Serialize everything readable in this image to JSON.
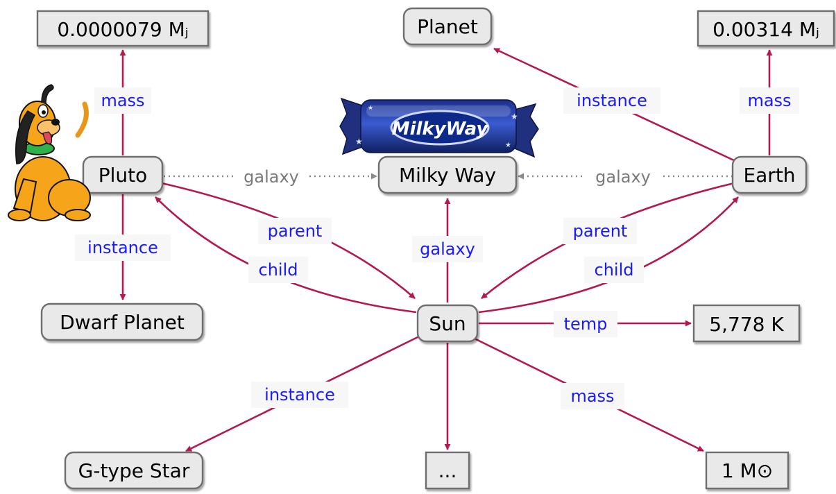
{
  "nodes": {
    "pluto_mass": "0.0000079 Mⱼ",
    "planet": "Planet",
    "earth_mass": "0.00314 Mⱼ",
    "pluto": "Pluto",
    "milky_way": "Milky Way",
    "earth": "Earth",
    "dwarf_planet": "Dwarf Planet",
    "sun": "Sun",
    "sun_temp": "5,778 K",
    "g_type_star": "G-type Star",
    "ellipsis": "...",
    "sun_mass": "1 M⊙"
  },
  "edges": {
    "pluto_mass": "mass",
    "pluto_instance": "instance",
    "pluto_galaxy": "galaxy",
    "earth_galaxy": "galaxy",
    "earth_instance": "instance",
    "earth_mass": "mass",
    "sun_pluto_parent": "parent",
    "pluto_sun_child": "child",
    "sun_galaxy": "galaxy",
    "sun_earth_parent": "parent",
    "earth_sun_child": "child",
    "sun_temp": "temp",
    "sun_instance": "instance",
    "sun_mass": "mass"
  },
  "images": {
    "pluto_picture": "pluto-dog-illustration",
    "milky_way_picture": "milky-way-candy-bar"
  },
  "candy_wrapper_text": "MilkyWay",
  "colors": {
    "edge": "#b5184f",
    "dotted_edge": "#8a8a8a",
    "label_text": "#1a1aff",
    "galaxy_label_text": "#7a7a7a",
    "node_fill": "#e9e9e9",
    "node_stroke": "#6e6e6e"
  }
}
